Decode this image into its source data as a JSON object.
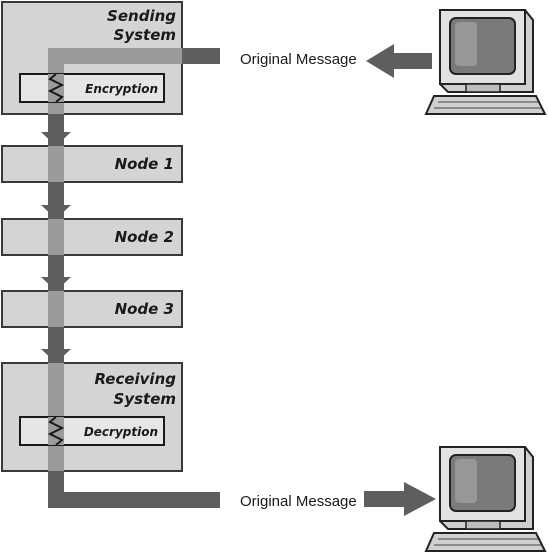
{
  "sending_system": {
    "title_line1": "Sending",
    "title_line2": "System",
    "encryption_label": "Encryption"
  },
  "nodes": [
    {
      "label": "Node 1"
    },
    {
      "label": "Node 2"
    },
    {
      "label": "Node 3"
    }
  ],
  "receiving_system": {
    "title_line1": "Receiving",
    "title_line2": "System",
    "decryption_label": "Decryption"
  },
  "messages": {
    "top": "Original Message",
    "bottom": "Original Message"
  },
  "colors": {
    "box_fill": "#d4d4d4",
    "box_stroke": "#3a3a3a",
    "inner_fill": "#e6e6e6",
    "flow_dark": "#5e5e5e",
    "flow_light": "#9a9a9a",
    "computer_body": "#cfcfcf",
    "screen": "#7a7a7a"
  },
  "icons": {
    "sender_computer": "desktop-computer-icon",
    "receiver_computer": "desktop-computer-icon"
  }
}
